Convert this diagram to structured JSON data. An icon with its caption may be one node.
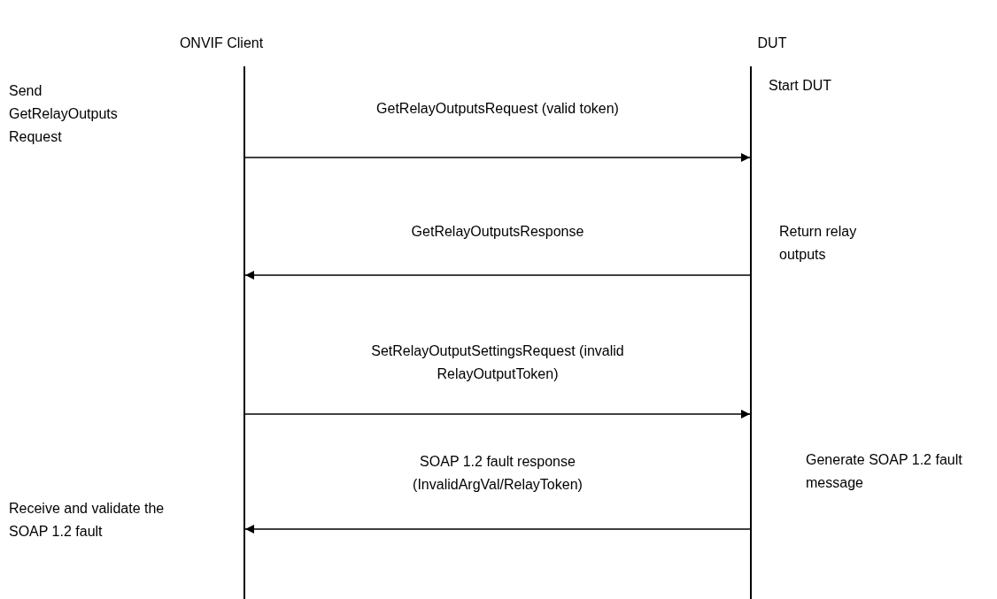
{
  "diagram": {
    "nodes": [
      {
        "text": [
          "ONVIF Client"
        ]
      },
      {
        "text": [
          "DUT"
        ]
      }
    ],
    "edges": [
      {
        "from": 0,
        "to": 1,
        "arrow": "to",
        "label": "GetRelayOutputsRequest (valid token)"
      },
      {
        "from": 1,
        "to": 0,
        "arrow": "to",
        "label": "GetRelayOutputsResponse"
      },
      {
        "from": 0,
        "to": 1,
        "arrow": "to",
        "label": "SetRelayOutputSettingsRequest (invalid RelayOutputToken)"
      },
      {
        "from": 1,
        "to": 0,
        "arrow": "to",
        "label": "SOAP 1.2 fault response (InvalidArgVal/RelayToken)"
      }
    ],
    "labels": [
      "Start DUT",
      "Send GetRelayOutputs Request",
      "Return relay outputs",
      "Generate SOAP 1.2 fault message",
      "Receive and validate the SOAP 1.2 fault"
    ]
  }
}
